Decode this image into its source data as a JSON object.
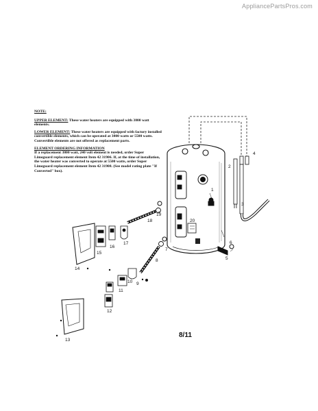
{
  "watermark": "AppliancePartsPros.com",
  "note": {
    "title": "NOTE:",
    "upper_head": "UPPER ELEMENT:",
    "upper_text": " These water heaters are equipped with 3800 watt elements.",
    "lower_head": "LOWER ELEMENT:",
    "lower_text": " These water heaters are equipped with factory installed convertible elements, which can be operated at 3800 watts or 5500 watts. Convertible elements are not offered as replacement parts.",
    "ordering_head": "ELEMENT ORDERING INFORMATION",
    "ordering_text": "If a replacement 3800 watt, 240 volt element is needed, order Super Limeguard replacement element Item 42 31906. If, at the time of installation, the water heater was converted to operate at 5500 watts, order Super Limeguard replacement element Item 42 31908. (See model rating plate \"If Converted\" box)."
  },
  "page_number": "8/11",
  "callouts": [
    "1",
    "2",
    "3",
    "4",
    "5",
    "6",
    "7",
    "8",
    "9",
    "10",
    "11",
    "12",
    "13",
    "14",
    "15",
    "16",
    "17",
    "18",
    "19",
    "20"
  ]
}
